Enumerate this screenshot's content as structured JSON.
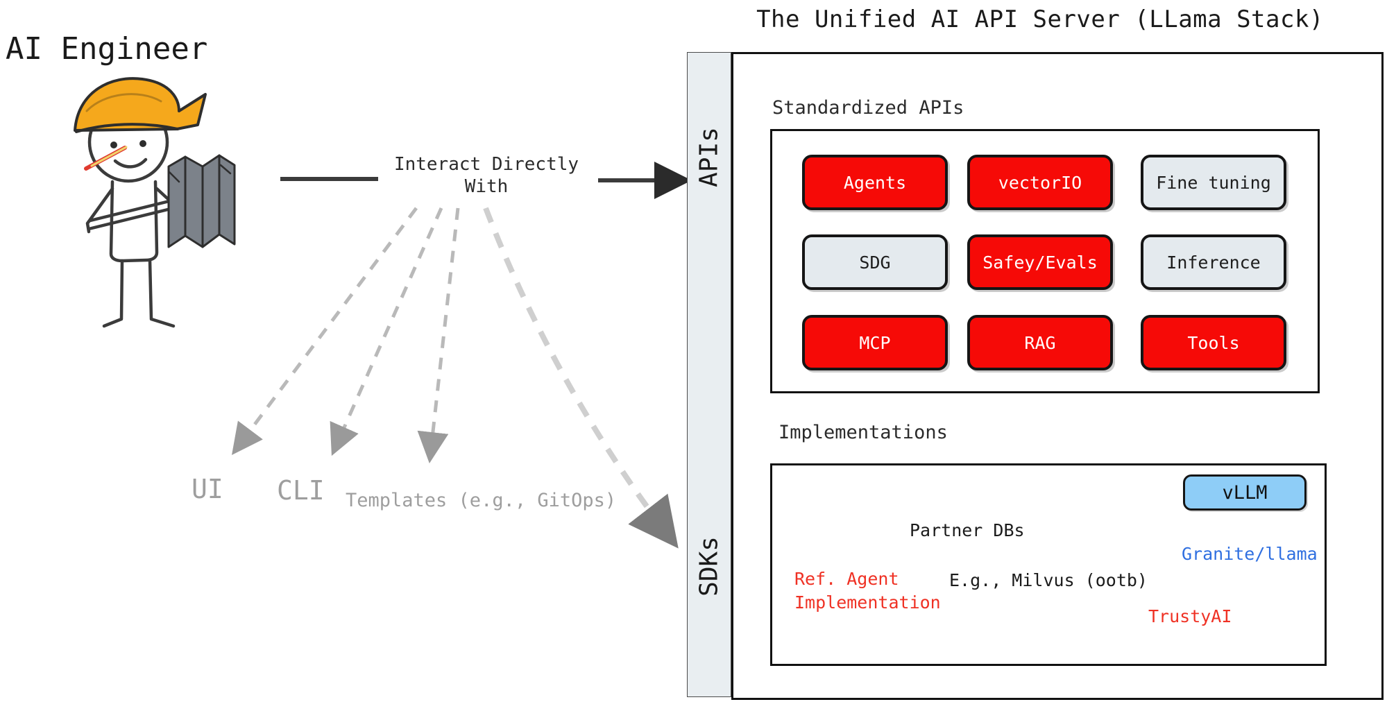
{
  "title": "The Unified AI API Server (LLama Stack)",
  "actor": {
    "label": "AI Engineer",
    "icon": "stick-figure-engineer-icon"
  },
  "flow": {
    "direct_label": "Interact Directly\nWith",
    "indirect_targets": [
      {
        "label": "UI"
      },
      {
        "label": "CLI"
      },
      {
        "label": "Templates (e.g., GitOps)"
      }
    ]
  },
  "sidebar": {
    "items": [
      {
        "label": "APIs"
      },
      {
        "label": "SDKs"
      }
    ]
  },
  "sections": {
    "apis": {
      "heading": "Standardized APIs",
      "cards": [
        {
          "label": "Agents",
          "style": "red"
        },
        {
          "label": "vectorIO",
          "style": "red"
        },
        {
          "label": "Fine tuning",
          "style": "gray"
        },
        {
          "label": "SDG",
          "style": "gray"
        },
        {
          "label": "Safey/Evals",
          "style": "red"
        },
        {
          "label": "Inference",
          "style": "gray"
        },
        {
          "label": "MCP",
          "style": "red"
        },
        {
          "label": "RAG",
          "style": "red"
        },
        {
          "label": "Tools",
          "style": "red"
        }
      ]
    },
    "implementations": {
      "heading": "Implementations",
      "items": [
        {
          "label": "Ref. Agent\nImplementation",
          "style": "red-text"
        },
        {
          "label": "Partner DBs",
          "style": "plain-text"
        },
        {
          "label": "E.g., Milvus (ootb)",
          "style": "plain-text"
        },
        {
          "label": "vLLM",
          "style": "blue-box"
        },
        {
          "label": "Granite/llama",
          "style": "blue-text"
        },
        {
          "label": "TrustyAI",
          "style": "red-text"
        }
      ]
    }
  },
  "colors": {
    "red_card": "#f60a07",
    "gray_card": "#e4eaee",
    "blue_card": "#8ecdf7",
    "red_text": "#ef3124",
    "blue_text": "#2f6fe0",
    "sidebar_bg": "#e9eef1",
    "gray_label": "#9e9e9e",
    "hat_yellow": "#f5a81c",
    "sheet_gray": "#7c828a"
  }
}
